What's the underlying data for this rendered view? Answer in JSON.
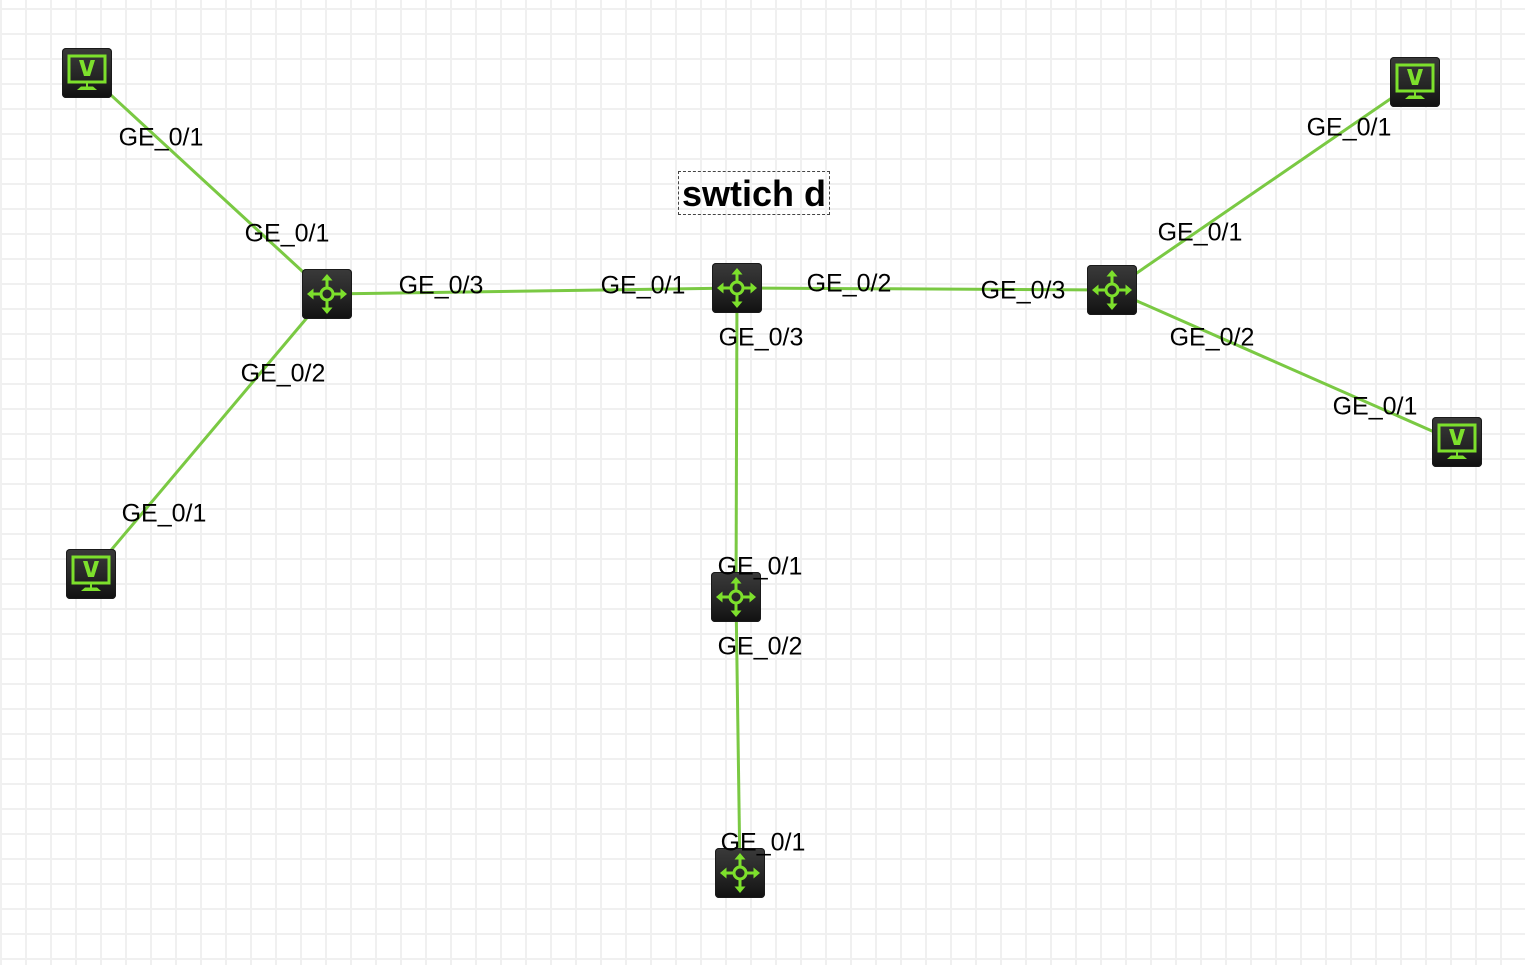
{
  "diagram": {
    "title_note": "swtich d",
    "link_color": "#7ac943",
    "icon_color": "#7de02c",
    "nodes": [
      {
        "id": "pc-top-left",
        "type": "pc",
        "icon": "monitor-v-icon"
      },
      {
        "id": "pc-bottom-left",
        "type": "pc",
        "icon": "monitor-v-icon"
      },
      {
        "id": "switch-left",
        "type": "switch",
        "icon": "router-arrows-icon"
      },
      {
        "id": "switch-d",
        "type": "switch",
        "icon": "router-arrows-icon"
      },
      {
        "id": "switch-right",
        "type": "switch",
        "icon": "router-arrows-icon"
      },
      {
        "id": "pc-top-right",
        "type": "pc",
        "icon": "monitor-v-icon"
      },
      {
        "id": "pc-bottom-right",
        "type": "pc",
        "icon": "monitor-v-icon"
      },
      {
        "id": "switch-middle",
        "type": "switch",
        "icon": "router-arrows-icon"
      },
      {
        "id": "switch-bottom",
        "type": "switch",
        "icon": "router-arrows-icon"
      }
    ],
    "links": [
      {
        "from": "pc-top-left",
        "from_port": "GE_0/1",
        "to": "switch-left",
        "to_port": "GE_0/1"
      },
      {
        "from": "switch-left",
        "from_port": "GE_0/2",
        "to": "pc-bottom-left",
        "to_port": "GE_0/1"
      },
      {
        "from": "switch-left",
        "from_port": "GE_0/3",
        "to": "switch-d",
        "to_port": "GE_0/1"
      },
      {
        "from": "switch-d",
        "from_port": "GE_0/2",
        "to": "switch-right",
        "to_port": "GE_0/3"
      },
      {
        "from": "pc-top-right",
        "from_port": "GE_0/1",
        "to": "switch-right",
        "to_port": "GE_0/1"
      },
      {
        "from": "switch-right",
        "from_port": "GE_0/2",
        "to": "pc-bottom-right",
        "to_port": "GE_0/1"
      },
      {
        "from": "switch-d",
        "from_port": "GE_0/3",
        "to": "switch-middle",
        "to_port": "GE_0/1"
      },
      {
        "from": "switch-middle",
        "from_port": "GE_0/2",
        "to": "switch-bottom",
        "to_port": "GE_0/1"
      }
    ]
  }
}
